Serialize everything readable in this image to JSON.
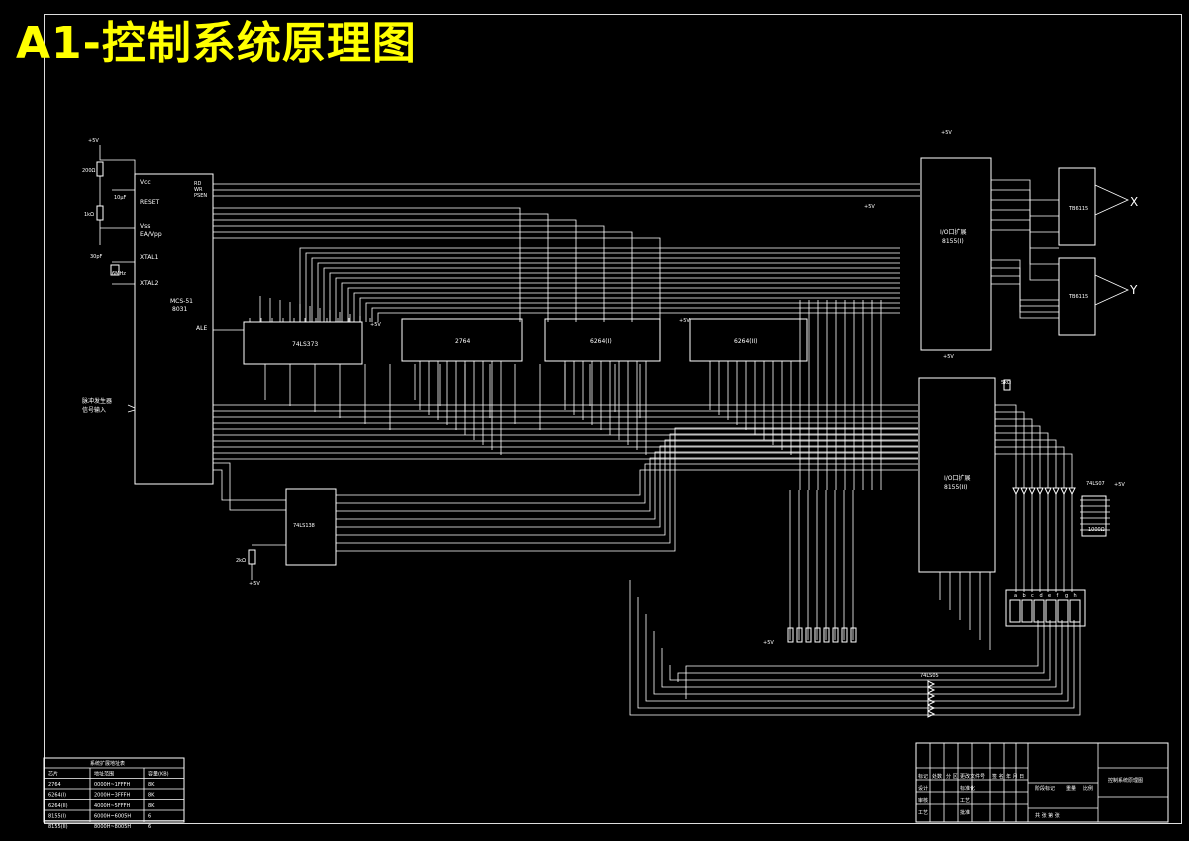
{
  "title": "A1-控制系统原理图",
  "cpu": {
    "name": "MCS-51",
    "sub": "8031",
    "pin_vcc": "Vcc",
    "pin_reset": "RESET",
    "pin_vss": "Vss",
    "pin_ea": "EA/Vpp",
    "pin_x1": "XTAL1",
    "pin_x2": "XTAL2",
    "pin_ale": "ALE",
    "pin_rd": "RD",
    "pin_wr": "WR",
    "pin_psen": "PSEN"
  },
  "chips": {
    "latch": "74LS373",
    "eprom": "2764",
    "ram1": "6264(I)",
    "ram2": "6264(II)",
    "io1_a": "I/O口扩展",
    "io1_b": "8155(I)",
    "io2_a": "I/O口扩展",
    "io2_b": "8155(II)",
    "decoder": "74LS138",
    "driver_x": "TB6115",
    "driver_y": "TB6115",
    "buffer": "74LS07",
    "inverter": "74LS05",
    "resistor_net": "1000Ω"
  },
  "labels": {
    "pulse_input_1": "脉冲发生器",
    "pulse_input_2": "信号输入",
    "axis_x": "X",
    "axis_y": "Y",
    "vcc": "+5V",
    "seg_letters": [
      "a",
      "b",
      "c",
      "d",
      "e",
      "f",
      "g",
      "h"
    ],
    "r_top": "200Ω",
    "r_mid": "1kΩ",
    "c_top": "10μF",
    "crystal": "6MHz",
    "c_crystal": "30pF",
    "r_io": "5kΩ",
    "r_dec": "2kΩ"
  },
  "addr_table": {
    "title": "系统扩展地址表",
    "headers": [
      "芯片",
      "地址范围",
      "容量(KB)"
    ],
    "rows": [
      [
        "2764",
        "0000H~1FFFH",
        "8K"
      ],
      [
        "6264(I)",
        "2000H~3FFFH",
        "8K"
      ],
      [
        "6264(II)",
        "4000H~5FFFH",
        "8K"
      ],
      [
        "8155(I)",
        "6000H~6005H",
        "6"
      ],
      [
        "8155(II)",
        "8000H~8005H",
        "6"
      ]
    ]
  },
  "title_block": {
    "drawing_name": "控制系统原理图",
    "row1": [
      "标记",
      "处数",
      "分 区",
      "更改文件号",
      "签 名",
      "年 月 日"
    ],
    "row2": [
      "设计",
      "",
      "标准化"
    ],
    "row3": [
      "审核",
      "",
      "工艺"
    ],
    "row4": [
      "工艺",
      "",
      "批准"
    ],
    "stage": "阶段标记",
    "weight": "重量",
    "scale": "比例",
    "sheets": "共 张 第 张"
  }
}
